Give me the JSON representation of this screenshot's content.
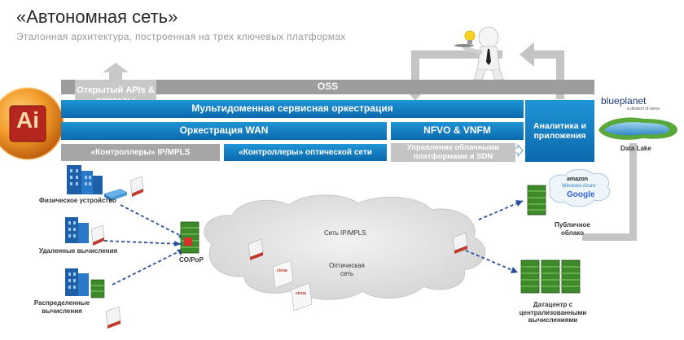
{
  "header": {
    "title": "«Автономная сеть»",
    "subtitle": "Эталонная архитектура, построенная на трех ключевых платформах"
  },
  "layers": {
    "oss": "OSS",
    "apis": "Открытый APIs & порталы",
    "multidomain": "Мультидоменная сервисная оркестрация",
    "wan": "Оркестрация WAN",
    "nfvo": "NFVO & VNFM",
    "ip_controllers": "«Контроллеры» IP/MPLS",
    "optical_controllers": "«Контроллеры» оптической сети",
    "cloud_mgmt": "Управление облачными платформами и SDN",
    "analytics": "Аналитика и приложения"
  },
  "brand": {
    "ai_logo": "Ai",
    "blueplanet": "blueplanet",
    "blueplanet_sub": "a division of ciena"
  },
  "labels": {
    "data_lake": "Data Lake",
    "physical_device": "Физическое устройство",
    "remote_compute": "Удаленные вычисления",
    "distributed_compute": "Распределенные вычисления",
    "co_pop": "CO/PoP",
    "ip_network": "Сеть IP/MPLS",
    "optical_network": "Оптическая сеть",
    "public_cloud": "Публичное облако",
    "datacenter": "Датацентр с централизованными вычислениями",
    "cloud_amazon": "amazon",
    "cloud_azure": "Windows Azure",
    "cloud_google": "Google",
    "ciena_tag": "ciena"
  },
  "colors": {
    "blue": "#1580c6",
    "gray": "#a6a6a6",
    "orange": "#e8891a",
    "building": "#1f5fa8",
    "server_green": "#3d8a2a",
    "link": "#2a4fa0"
  }
}
